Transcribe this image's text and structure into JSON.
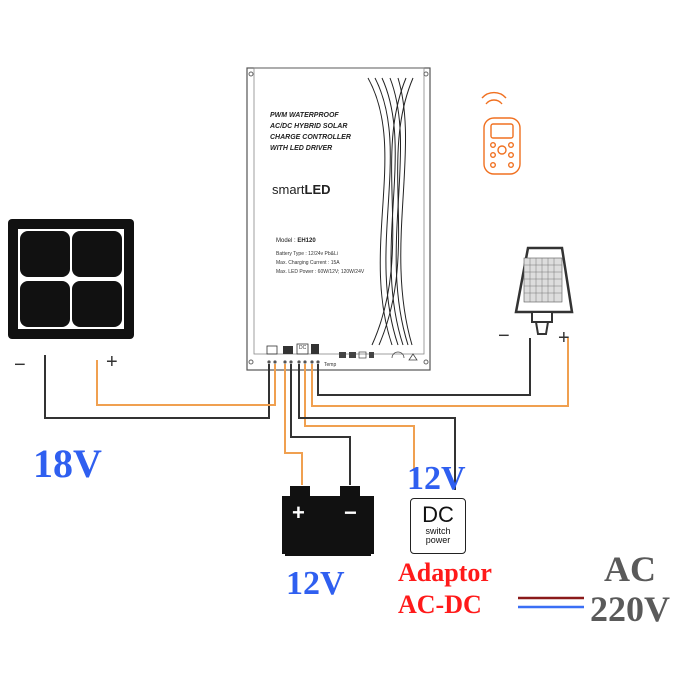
{
  "controller": {
    "title_lines": [
      "PWM WATERPROOF",
      "AC/DC HYBRID SOLAR",
      "CHARGE CONTROLLER",
      "WITH LED DRIVER"
    ],
    "brand_prefix": "smart",
    "brand_suffix": "LED",
    "model_label": "Model : ",
    "model_value": "EH120",
    "specs": [
      "Battery Type : 12/24v Pb&Li",
      "Max. Charging Current : 15A",
      "Max. LED Power : 60W/12V; 120W/24V"
    ],
    "temp_label": "Temp",
    "dc_tag": "DC"
  },
  "solar_panel": {
    "voltage": "18V",
    "minus": "−",
    "plus": "+"
  },
  "battery": {
    "voltage": "12V",
    "plus": "+",
    "minus": "−"
  },
  "adaptor": {
    "dc_out": "12V",
    "box_big": "DC",
    "box_small_1": "switch",
    "box_small_2": "power",
    "label_1": "Adaptor",
    "label_2": "AC-DC"
  },
  "mains": {
    "label_1": "AC",
    "label_2": "220V"
  },
  "lamp": {
    "minus": "−",
    "plus": "+"
  },
  "colors": {
    "wire_orange": "#f0a050",
    "wire_dark": "#333333",
    "voltage_blue": "#2f5ff0",
    "adaptor_red": "#ff1a1a",
    "ac_grey": "#5a5a5a",
    "remote_orange": "#f07020"
  }
}
